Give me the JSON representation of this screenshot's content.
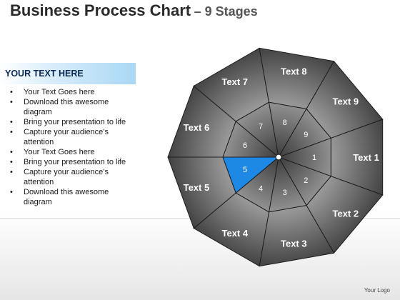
{
  "title": {
    "main": "Business Process Chart",
    "sub": "– 9 Stages"
  },
  "sidebar": {
    "heading": "YOUR TEXT HERE",
    "bullets": [
      "Your Text Goes here",
      "Download this awesome diagram",
      "Bring your presentation to life",
      "Capture your audience’s attention",
      "Your Text Goes here",
      "Bring your presentation to life",
      "Capture your audience’s attention",
      "Download this awesome diagram"
    ]
  },
  "diagram": {
    "stages": [
      {
        "number": "1",
        "label": "Text 1"
      },
      {
        "number": "2",
        "label": "Text 2"
      },
      {
        "number": "3",
        "label": "Text 3"
      },
      {
        "number": "4",
        "label": "Text 4"
      },
      {
        "number": "5",
        "label": "Text 5"
      },
      {
        "number": "6",
        "label": "Text 6"
      },
      {
        "number": "7",
        "label": "Text 7"
      },
      {
        "number": "8",
        "label": "Text 8"
      },
      {
        "number": "9",
        "label": "Text 9"
      }
    ],
    "highlight_stage": "5",
    "colors": {
      "highlight": "#1e88e5",
      "light": "#9c9c9c",
      "dark": "#3c3c3c",
      "stroke": "#1e1e1e"
    }
  },
  "footer": {
    "logo": "Your Logo"
  }
}
